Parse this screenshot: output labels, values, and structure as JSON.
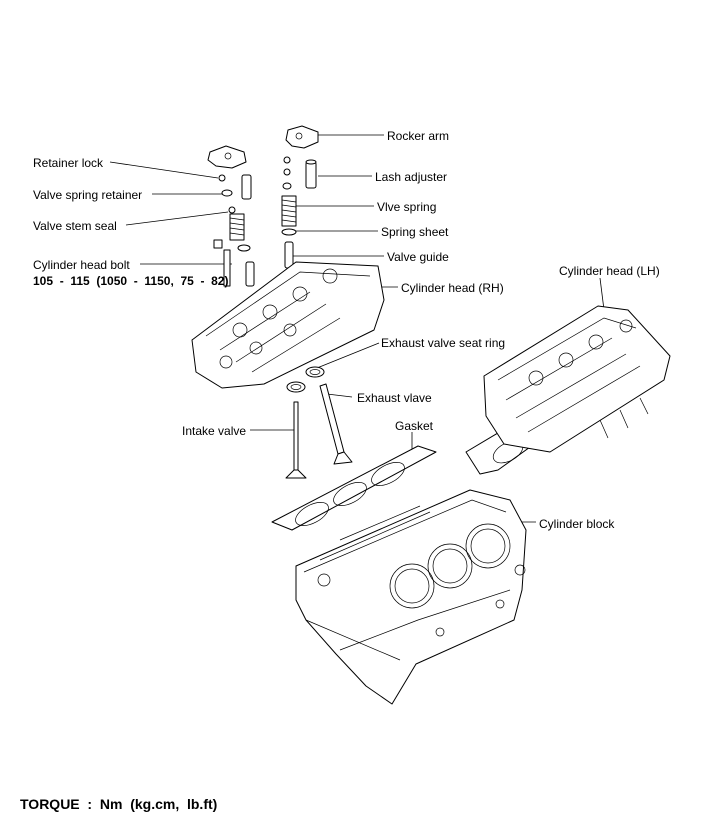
{
  "labels": {
    "rocker_arm": "Rocker arm",
    "retainer_lock": "Retainer lock",
    "lash_adjuster": "Lash adjuster",
    "valve_spring_retainer": "Valve spring retainer",
    "vlve_spring": "Vlve spring",
    "valve_stem_seal": "Valve stem seal",
    "spring_sheet": "Spring sheet",
    "valve_guide": "Valve guide",
    "cylinder_head_bolt": "Cylinder head bolt",
    "cylinder_head_bolt_torque": "105  -  115  (1050  -  1150,  75  -  82)",
    "cylinder_head_rh": "Cylinder head (RH)",
    "cylinder_head_lh": "Cylinder head (LH)",
    "exhaust_valve_seat_ring": "Exhaust valve seat ring",
    "exhaust_vlave": "Exhaust vlave",
    "intake_valve": "Intake valve",
    "gasket": "Gasket",
    "cylinder_block": "Cylinder block"
  },
  "footer": {
    "torque_units": "TORQUE  :  Nm  (kg.cm,  lb.ft)"
  }
}
